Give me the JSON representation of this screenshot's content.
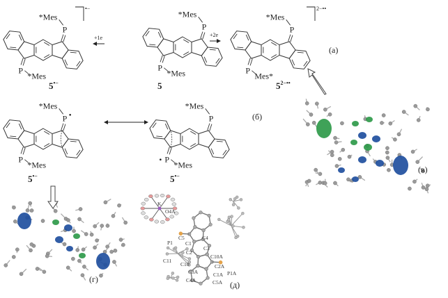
{
  "atoms": {
    "P": "P",
    "mes_pre": "*Mes",
    "mes_post": "Mes*"
  },
  "compounds": {
    "radical_anion": {
      "num": "5",
      "charge": "•−"
    },
    "neutral": {
      "num": "5"
    },
    "dianion": {
      "num": "5",
      "charge": "2−••"
    }
  },
  "bracket_charges": {
    "radical_anion": "•−",
    "dianion": "2−••"
  },
  "arrows": {
    "reduction_1e": "+1e",
    "reduction_2e": "+2e"
  },
  "panel_labels": {
    "a": "(a)",
    "b": "(б)",
    "v": "(в)",
    "g": "(г)",
    "d": "(д)"
  },
  "crystal_labels": [
    "C5",
    "C1",
    "P1",
    "C4",
    "C3",
    "C10A",
    "C2",
    "C11",
    "C2A",
    "C10",
    "C3A",
    "P1A",
    "C1A",
    "C4A",
    "C5A",
    "O4A",
    "K"
  ],
  "colors": {
    "orbital_blue": "#1f4f9e",
    "orbital_green": "#2f9a4a",
    "atom_gray": "#9a9a9a",
    "phosphorus": "#e3a24a",
    "oxygen": "#e79a9a",
    "potassium": "#9a5cc0"
  }
}
